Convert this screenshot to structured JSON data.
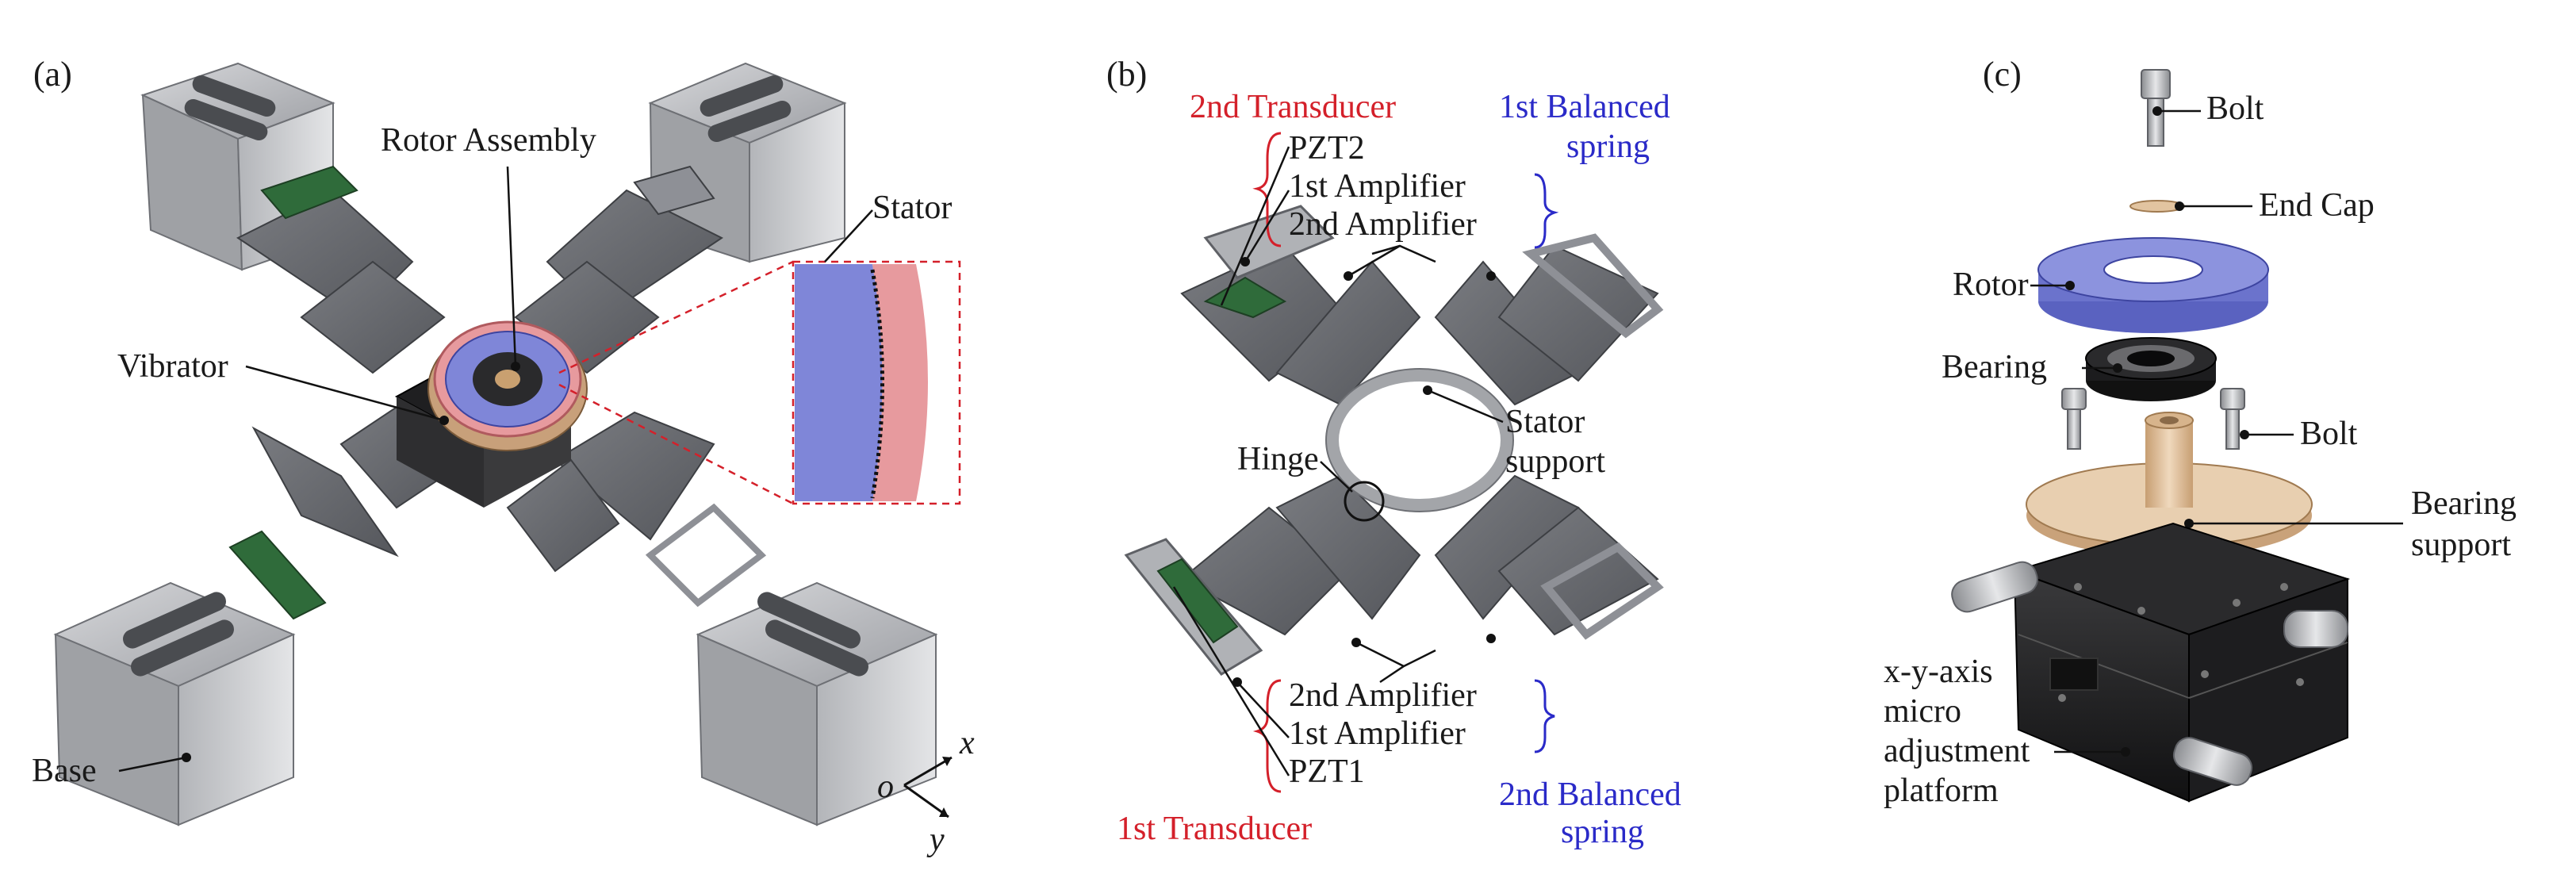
{
  "panels": {
    "a": {
      "tag": "(a)",
      "labels": {
        "rotor_assembly": "Rotor Assembly",
        "stator": "Stator",
        "vibrator": "Vibrator",
        "base": "Base"
      },
      "axes": {
        "x": "x",
        "y": "y",
        "origin": "o"
      }
    },
    "b": {
      "tag": "(b)",
      "labels": {
        "transducer2": "2nd Transducer",
        "spring1_line1": "1st Balanced",
        "spring1_line2": "spring",
        "pzt2": "PZT2",
        "amp1_top": "1st Amplifier",
        "amp2_top": "2nd Amplifier",
        "hinge": "Hinge",
        "stator_support_line1": "Stator",
        "stator_support_line2": "support",
        "amp2_bottom": "2nd Amplifier",
        "amp1_bottom": "1st Amplifier",
        "pzt1": "PZT1",
        "transducer1": "1st Transducer",
        "spring2_line1": "2nd Balanced",
        "spring2_line2": "spring"
      }
    },
    "c": {
      "tag": "(c)",
      "labels": {
        "bolt_top": "Bolt",
        "end_cap": "End Cap",
        "rotor": "Rotor",
        "bearing": "Bearing",
        "bolt_side": "Bolt",
        "bearing_support_line1": "Bearing",
        "bearing_support_line2": "support",
        "platform_line1": "x-y-axis",
        "platform_line2": "micro",
        "platform_line3": "adjustment",
        "platform_line4": "platform"
      }
    }
  },
  "colors": {
    "metal_dark": "#5f6166",
    "metal_mid": "#8e9096",
    "metal_light": "#c9cacd",
    "pzt_green": "#2f6b3a",
    "rotor_blue": "#7f86d8",
    "stator_pink": "#e79a9e",
    "bearing_tan": "#e2c4a0",
    "highlight_red": "#d4202a",
    "label_red": "#d4202a",
    "label_blue": "#2a2ac8"
  }
}
